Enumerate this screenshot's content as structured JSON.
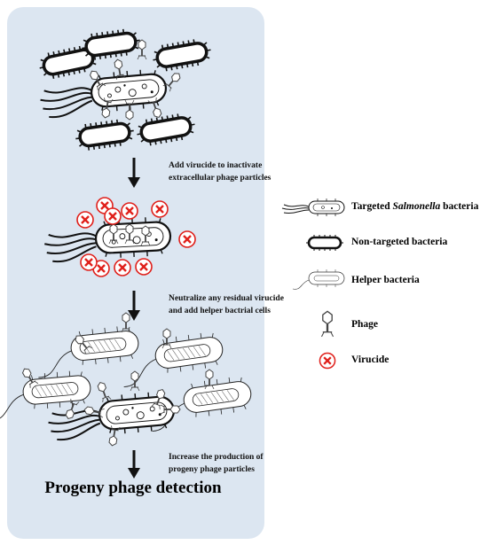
{
  "steps": [
    {
      "text": "Add virucide to inactivate extracellular phage particles"
    },
    {
      "text": "Neutralize any residual virucide and add helper bactrial cells"
    },
    {
      "text": "Increase the production of progeny phage particles"
    }
  ],
  "final_label": "Progeny phage detection",
  "legend": [
    {
      "label_prefix": "Targeted ",
      "label_italic": "Salmonella",
      "label_suffix": " bacteria",
      "icon": "targeted-bacteria-icon"
    },
    {
      "label": "Non-targeted  bacteria",
      "icon": "non-targeted-bacteria-icon"
    },
    {
      "label": "Helper bacteria",
      "icon": "helper-bacteria-icon"
    },
    {
      "label": "Phage",
      "icon": "phage-icon"
    },
    {
      "label": "Virucide",
      "icon": "virucide-icon"
    }
  ],
  "colors": {
    "panel": "#dce6f1",
    "virucide": "#e0201b",
    "outline": "#111111",
    "phage": "#555555"
  }
}
